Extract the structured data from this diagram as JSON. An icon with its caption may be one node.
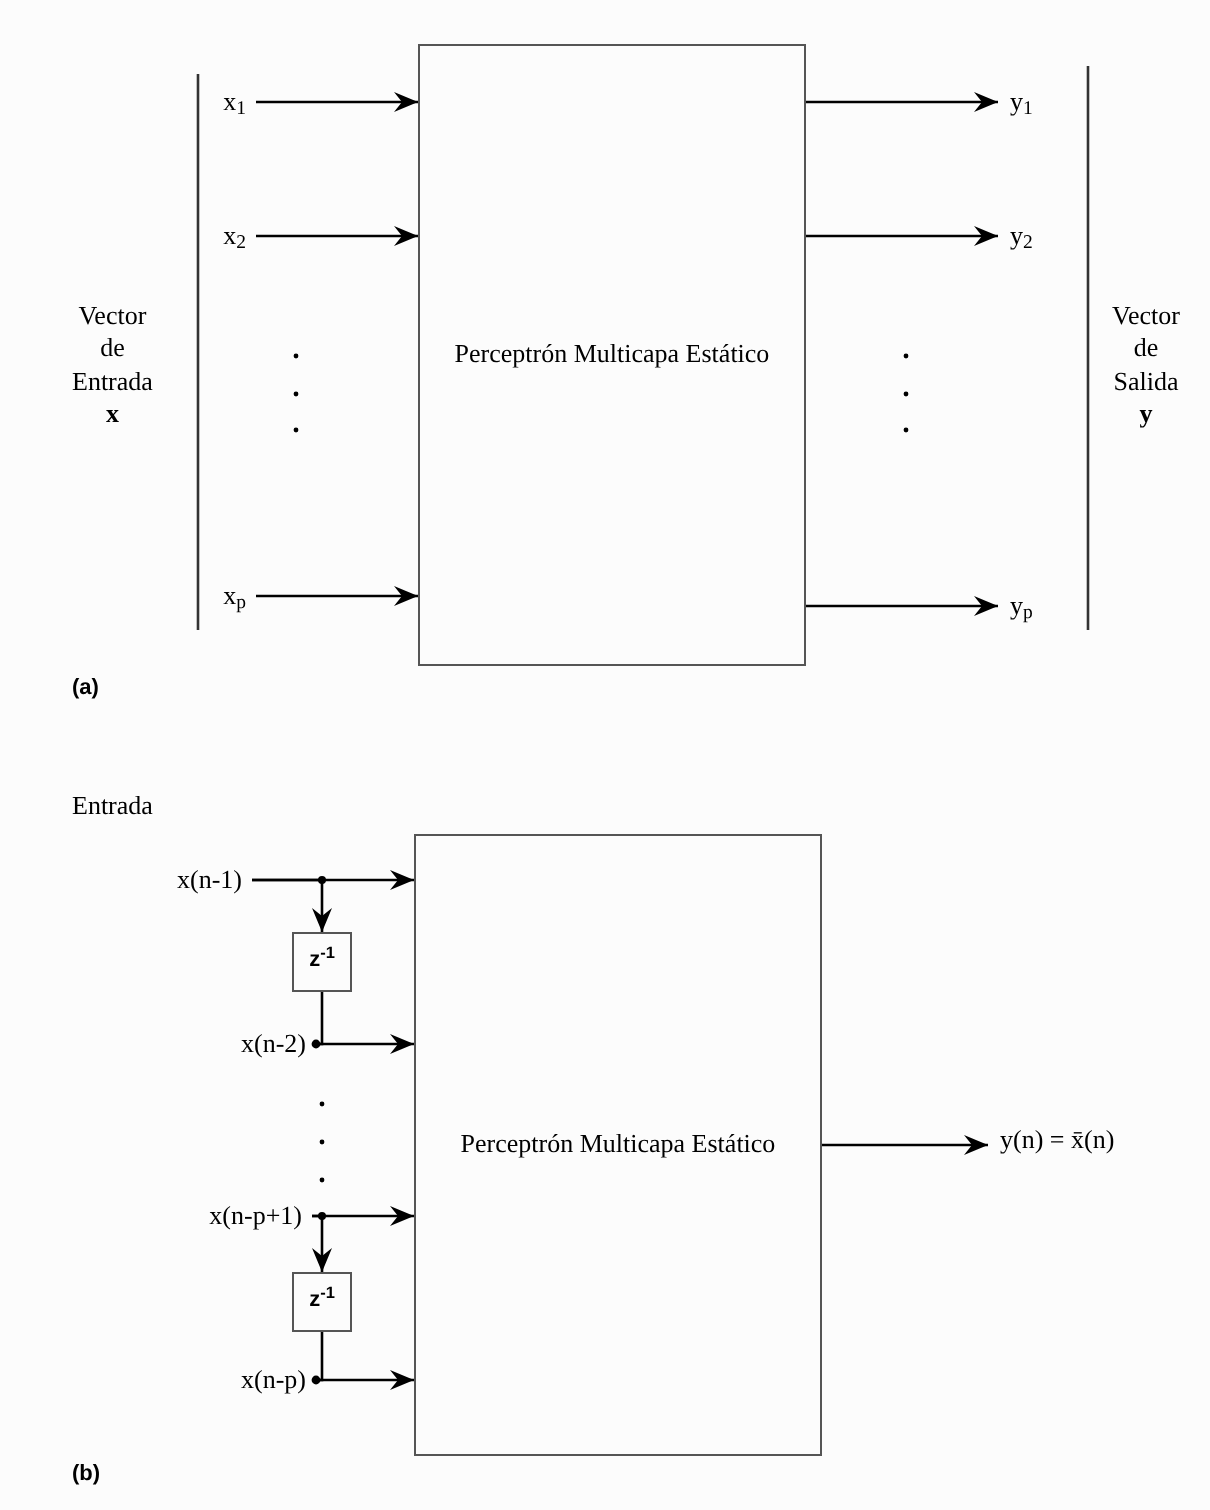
{
  "diagram": {
    "nodes": [
      {
        "text": [
          "Perceptrón Multicapa Estático"
        ]
      },
      {
        "text": [
          "x$_{1}$"
        ]
      },
      {
        "text": [
          "x$_{2}$"
        ]
      },
      {
        "text": [
          "x$_{p}$"
        ]
      },
      {
        "text": [
          "y$_{1}$"
        ]
      },
      {
        "text": [
          "y$_{2}$"
        ]
      },
      {
        "text": [
          "y$_{p}$"
        ]
      },
      {
        "text": [
          "Perceptrón Multicapa Estático"
        ]
      },
      {
        "text": [
          "x(n-1)"
        ]
      },
      {
        "text": [
          "z$^{-1}$"
        ]
      },
      {
        "text": [
          "x(n-2)"
        ]
      },
      {
        "text": [
          "x(n-p+1)"
        ]
      },
      {
        "text": [
          "z$^{-1}$"
        ]
      },
      {
        "text": [
          "x(n-p)"
        ]
      },
      {
        "text": [
          "y(n) = x̄(n)"
        ]
      }
    ],
    "edges": [
      {
        "from": 1,
        "to": 0,
        "arrow": "to"
      },
      {
        "from": 2,
        "to": 0,
        "arrow": "to"
      },
      {
        "from": 3,
        "to": 0,
        "arrow": "to"
      },
      {
        "from": 0,
        "to": 4,
        "arrow": "to"
      },
      {
        "from": 0,
        "to": 5,
        "arrow": "to"
      },
      {
        "from": 0,
        "to": 6,
        "arrow": "to"
      },
      {
        "from": 8,
        "to": 7,
        "arrow": "to"
      },
      {
        "from": 8,
        "to": 9,
        "arrow": "to"
      },
      {
        "from": 9,
        "to": 10,
        "arrow": "other"
      },
      {
        "from": 10,
        "to": 7,
        "arrow": "to"
      },
      {
        "from": 11,
        "to": 7,
        "arrow": "to"
      },
      {
        "from": 11,
        "to": 12,
        "arrow": "to"
      },
      {
        "from": 12,
        "to": 13,
        "arrow": "other"
      },
      {
        "from": 13,
        "to": 7,
        "arrow": "to"
      },
      {
        "from": 7,
        "to": 14,
        "arrow": "to"
      }
    ],
    "labels": [
      "Vector de Entrada **x**",
      "Vector de Salida **y**",
      "(a)",
      "Entrada",
      "(b)"
    ]
  }
}
